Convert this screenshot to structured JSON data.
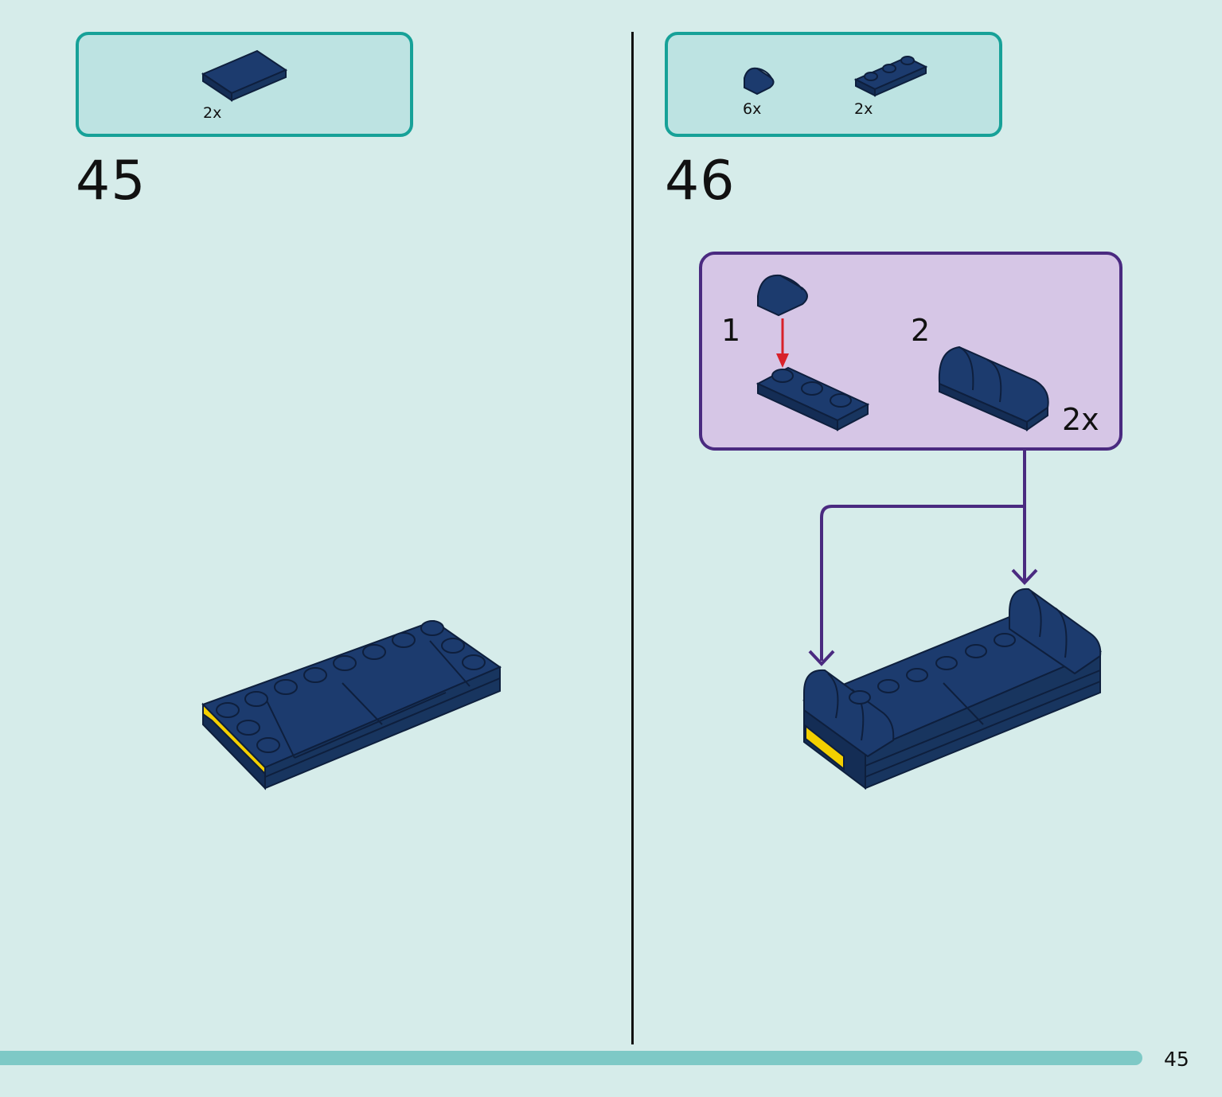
{
  "steps": [
    {
      "number": "45",
      "parts": [
        {
          "qty": "2x",
          "icon": "tile-2x4-icon"
        }
      ]
    },
    {
      "number": "46",
      "parts": [
        {
          "qty": "6x",
          "icon": "curved-slope-1x1-icon"
        },
        {
          "qty": "2x",
          "icon": "plate-1x3-icon"
        }
      ],
      "sub_assembly": {
        "step1": "1",
        "step2": "2",
        "multiplier": "2x"
      }
    }
  ],
  "page_number": "45",
  "colors": {
    "background": "#d6ecea",
    "parts_border": "#17a198",
    "parts_fill": "#bde3e2",
    "brick": "#1c3b6e",
    "brick_dark": "#0e1f3d",
    "accent_yellow": "#f4d000",
    "sub_border": "#4a2a80",
    "sub_fill": "#d6c6e6",
    "arrow_red": "#d8202a",
    "footer_bar": "#7ec9c6"
  }
}
